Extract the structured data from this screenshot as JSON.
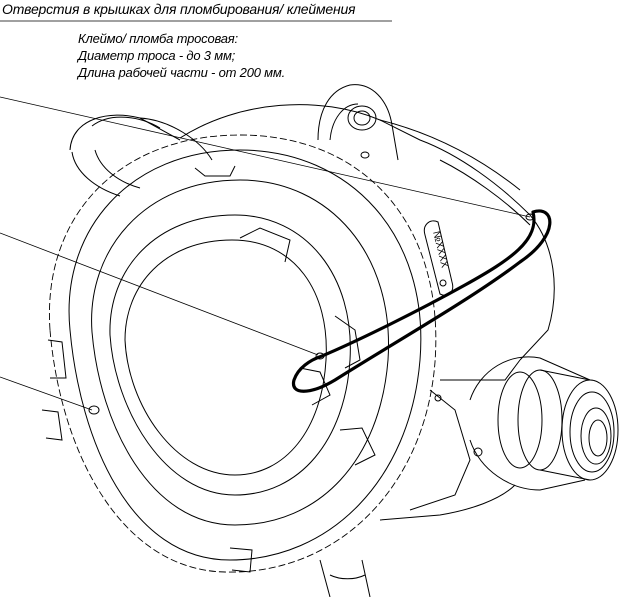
{
  "header": {
    "title": "Отверстия в крышках для пломбирования/ клеймения"
  },
  "note": {
    "line1": "Клеймо/ пломба тросовая:",
    "line2": "Диаметр троса -  до 3 мм;",
    "line3": "Длина рабочей части -  от 200 мм."
  },
  "tag": {
    "text": "№XXXX"
  }
}
